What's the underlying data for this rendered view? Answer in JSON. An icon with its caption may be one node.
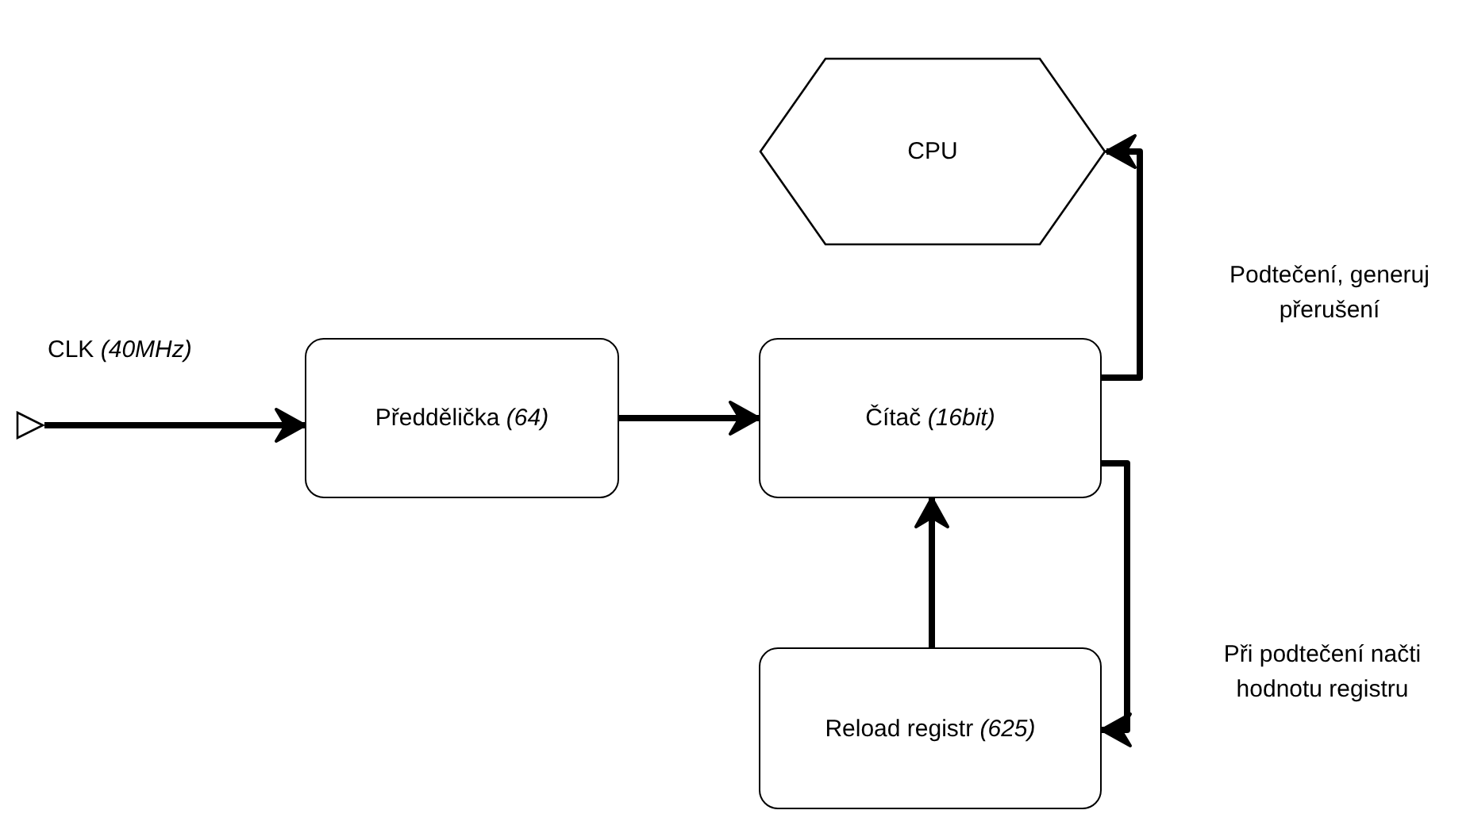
{
  "diagram": {
    "nodes": [
      {
        "text": [
          "CPU"
        ]
      },
      {
        "text": [
          "Předdělička *(64)*"
        ]
      },
      {
        "text": [
          "Čítač *(16bit)*"
        ]
      },
      {
        "text": [
          "Reload registr *(625)*"
        ]
      },
      {
        "text": [],
        "shape": "triangle"
      }
    ],
    "edges": [
      {
        "from": 4,
        "to": 1,
        "arrow": "to",
        "label": "CLK *(40MHz)*"
      },
      {
        "from": 1,
        "to": 2,
        "arrow": "to"
      },
      {
        "from": 2,
        "to": 0,
        "arrow": "to",
        "label": "Podtečení, generuj přerušení"
      },
      {
        "from": 3,
        "to": 2,
        "arrow": "to"
      },
      {
        "from": 2,
        "to": 3,
        "arrow": "to",
        "label": "Při podtečení načti hodnotu registru"
      }
    ]
  }
}
